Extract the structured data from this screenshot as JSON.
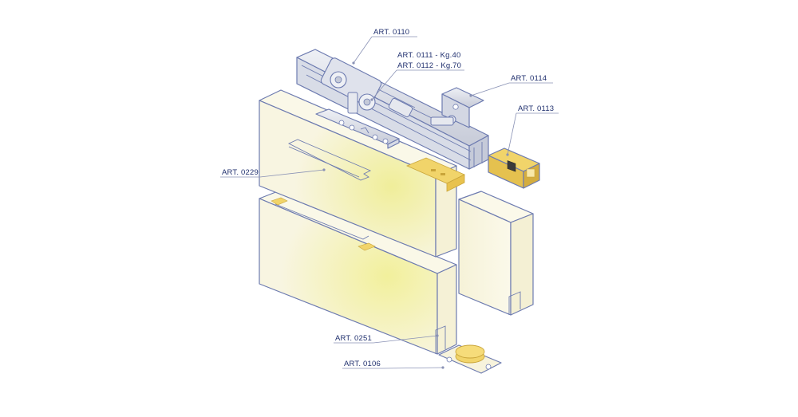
{
  "callouts": {
    "art_0110": "ART. 0110",
    "art_0111": "ART. 0111 - Kg.40",
    "art_0112": "ART. 0112 - Kg.70",
    "art_0114": "ART. 0114",
    "art_0113": "ART. 0113",
    "art_0229": "ART. 0229",
    "art_0251": "ART. 0251",
    "art_0106": "ART. 0106"
  },
  "colors": {
    "outline": "#6d7bb0",
    "panel_face": "#f7f3d8",
    "panel_glow": "#f2f0a0",
    "metal": "#e6e8ef",
    "metal_shade": "#c4c9d8",
    "accent_yellow": "#f1d46a",
    "label": "#1f2f6e"
  }
}
